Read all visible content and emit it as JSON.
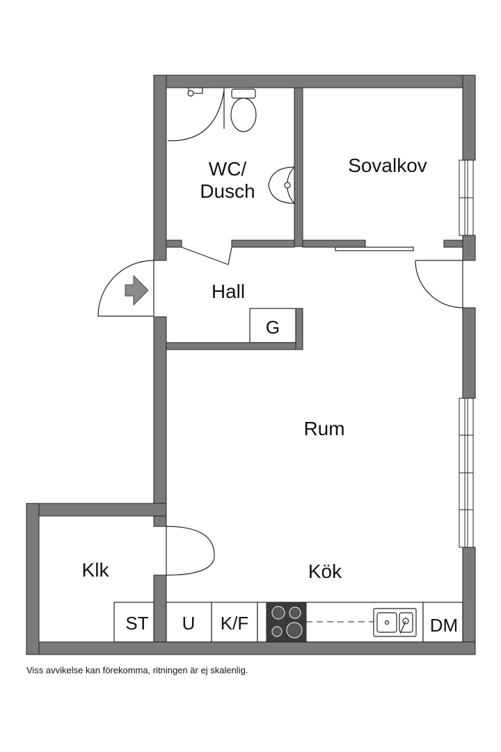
{
  "rooms": {
    "wc_line1": "WC/",
    "wc_line2": "Dusch",
    "sovalkov": "Sovalkov",
    "hall": "Hall",
    "rum": "Rum",
    "klk": "Klk",
    "kok": "Kök"
  },
  "fixtures": {
    "wardrobe": "G",
    "st": "ST",
    "u": "U",
    "kf": "K/F",
    "dm": "DM"
  },
  "footer": {
    "disclaimer": "Viss avvikelse kan förekomma, ritningen är ej skalenlig."
  },
  "colors": {
    "wall": "#7a7a7a",
    "line": "#222222",
    "arrow": "#8a8a8a",
    "stove": "#3a3a3a"
  }
}
